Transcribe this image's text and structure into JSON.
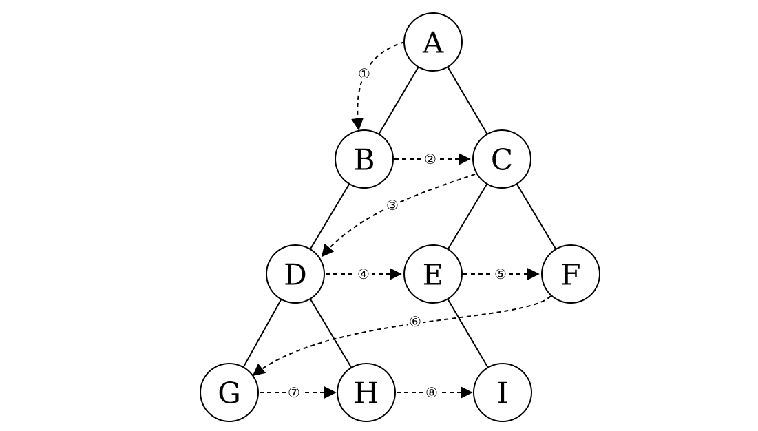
{
  "nodes": [
    {
      "id": "A",
      "label": "A"
    },
    {
      "id": "B",
      "label": "B"
    },
    {
      "id": "C",
      "label": "C"
    },
    {
      "id": "D",
      "label": "D"
    },
    {
      "id": "E",
      "label": "E"
    },
    {
      "id": "F",
      "label": "F"
    },
    {
      "id": "G",
      "label": "G"
    },
    {
      "id": "H",
      "label": "H"
    },
    {
      "id": "I",
      "label": "I"
    }
  ],
  "edges": [
    [
      "A",
      "B"
    ],
    [
      "A",
      "C"
    ],
    [
      "B",
      "D"
    ],
    [
      "C",
      "E"
    ],
    [
      "C",
      "F"
    ],
    [
      "D",
      "G"
    ],
    [
      "D",
      "H"
    ],
    [
      "E",
      "I"
    ]
  ],
  "steps": [
    {
      "label": "①",
      "from": "A",
      "to": "B"
    },
    {
      "label": "②",
      "from": "B",
      "to": "C"
    },
    {
      "label": "③",
      "from": "C",
      "to": "D"
    },
    {
      "label": "④",
      "from": "D",
      "to": "E"
    },
    {
      "label": "⑤",
      "from": "E",
      "to": "F"
    },
    {
      "label": "⑥",
      "from": "F",
      "to": "G"
    },
    {
      "label": "⑦",
      "from": "G",
      "to": "H"
    },
    {
      "label": "⑧",
      "from": "H",
      "to": "I"
    }
  ]
}
